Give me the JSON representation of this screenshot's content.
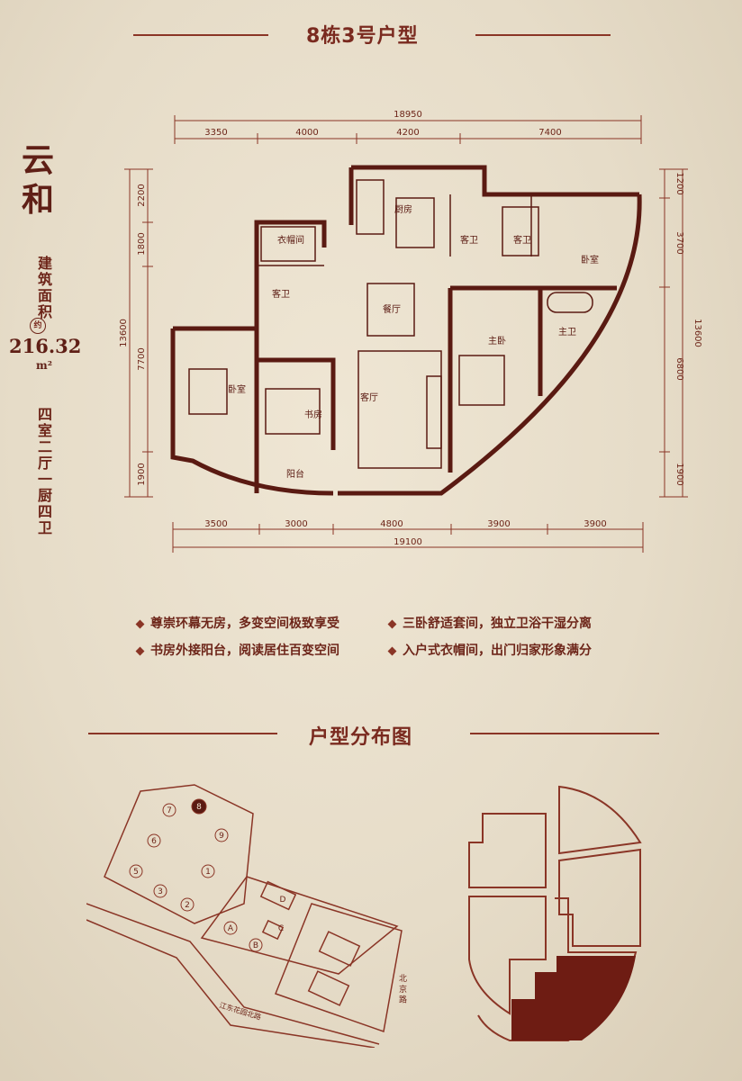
{
  "header": {
    "title": "8栋3号户型"
  },
  "side": {
    "name": "云和",
    "area_label": "建筑面积",
    "area_marker": "约",
    "area_value": "216.32",
    "area_unit": "m²",
    "layout": "四室二厅一厨四卫"
  },
  "floorplan": {
    "top_total": "18950",
    "top_dims": [
      "3350",
      "4000",
      "4200",
      "7400"
    ],
    "bottom_total": "19100",
    "bottom_dims": [
      "3500",
      "3000",
      "4800",
      "3900",
      "3900"
    ],
    "left_total": "13600",
    "left_dims": [
      "2200",
      "1800",
      "7700",
      "1900"
    ],
    "right_total": "13600",
    "right_dims": [
      "1200",
      "3700",
      "6800",
      "1900"
    ],
    "rooms": {
      "kitchen": "厨房",
      "cloakroom": "衣帽间",
      "guest_bath_left": "客卫",
      "guest_bath_mid1": "客卫",
      "guest_bath_mid2": "客卫",
      "bedroom_ne": "卧室",
      "dining": "餐厅",
      "bedroom_w": "卧室",
      "study": "书房",
      "living": "客厅",
      "master_bedroom": "主卧",
      "master_bath": "主卫",
      "balcony": "阳台"
    }
  },
  "features": [
    "尊崇环幕无房，多变空间极致享受",
    "三卧舒适套间，独立卫浴干湿分离",
    "书房外接阳台，阅读居住百变空间",
    "入户式衣帽间，出门归家形象满分"
  ],
  "distribution": {
    "title": "户型分布图",
    "buildings": [
      "1",
      "2",
      "3",
      "5",
      "6",
      "7",
      "8",
      "9",
      "A",
      "B",
      "C",
      "D"
    ],
    "road_label": "江东花园北路",
    "north_road_label": "北 京 路",
    "highlight_building": "8",
    "colors": {
      "highlight": "#6e1c13",
      "line": "#8a3526"
    }
  }
}
